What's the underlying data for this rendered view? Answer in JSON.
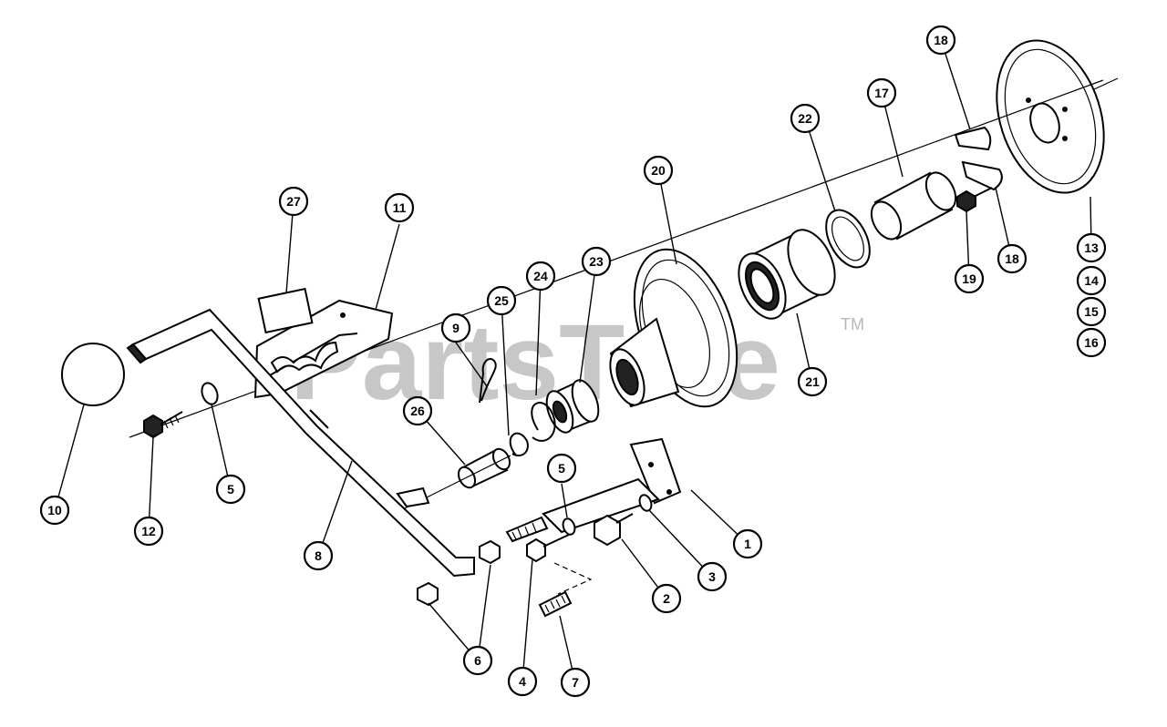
{
  "watermark": {
    "text": "PartsTree",
    "trademark": "TM"
  },
  "callouts": [
    "1",
    "2",
    "3",
    "4",
    "5",
    "5",
    "6",
    "7",
    "8",
    "9",
    "10",
    "11",
    "12",
    "13",
    "14",
    "15",
    "16",
    "17",
    "18",
    "18",
    "19",
    "20",
    "21",
    "22",
    "23",
    "24",
    "25",
    "26",
    "27"
  ],
  "colors": {
    "ink": "#000000",
    "paper": "#ffffff",
    "watermark": "#9a9a9a"
  }
}
